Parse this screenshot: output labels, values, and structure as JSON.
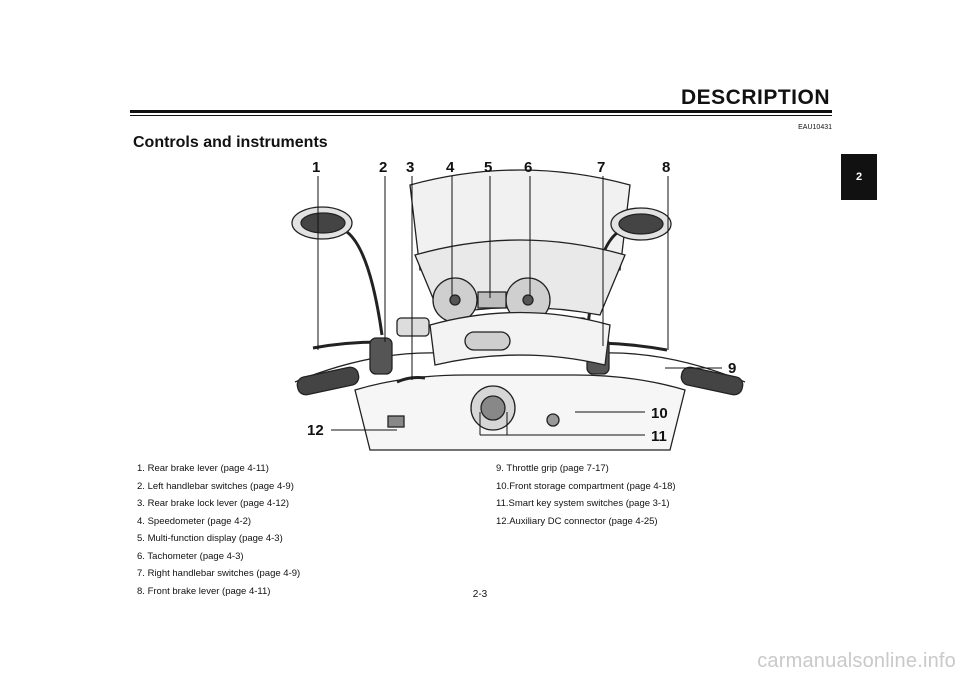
{
  "header": {
    "title": "DESCRIPTION",
    "doc_code": "EAU10431"
  },
  "section": {
    "title": "Controls and instruments"
  },
  "chapter_tab": {
    "label": "2"
  },
  "figure": {
    "callouts": [
      "1",
      "2",
      "3",
      "4",
      "5",
      "6",
      "7",
      "8",
      "9",
      "10",
      "11",
      "12"
    ]
  },
  "legend": {
    "left": [
      {
        "num": "1.",
        "text": "Rear brake lever (page 4-11)"
      },
      {
        "num": "2.",
        "text": "Left handlebar switches (page 4-9)"
      },
      {
        "num": "3.",
        "text": "Rear brake lock lever (page 4-12)"
      },
      {
        "num": "4.",
        "text": "Speedometer (page 4-2)"
      },
      {
        "num": "5.",
        "text": "Multi-function display (page 4-3)"
      },
      {
        "num": "6.",
        "text": "Tachometer (page 4-3)"
      },
      {
        "num": "7.",
        "text": "Right handlebar switches (page 4-9)"
      },
      {
        "num": "8.",
        "text": "Front brake lever (page 4-11)"
      }
    ],
    "right": [
      {
        "num": "9.",
        "text": "Throttle grip (page 7-17)"
      },
      {
        "num": "10.",
        "text": "Front storage compartment (page 4-18)"
      },
      {
        "num": "11.",
        "text": "Smart key system switches (page 3-1)"
      },
      {
        "num": "12.",
        "text": "Auxiliary DC connector (page 4-25)"
      }
    ]
  },
  "footer": {
    "page_number": "2-3",
    "watermark": "carmanualsonline.info"
  }
}
